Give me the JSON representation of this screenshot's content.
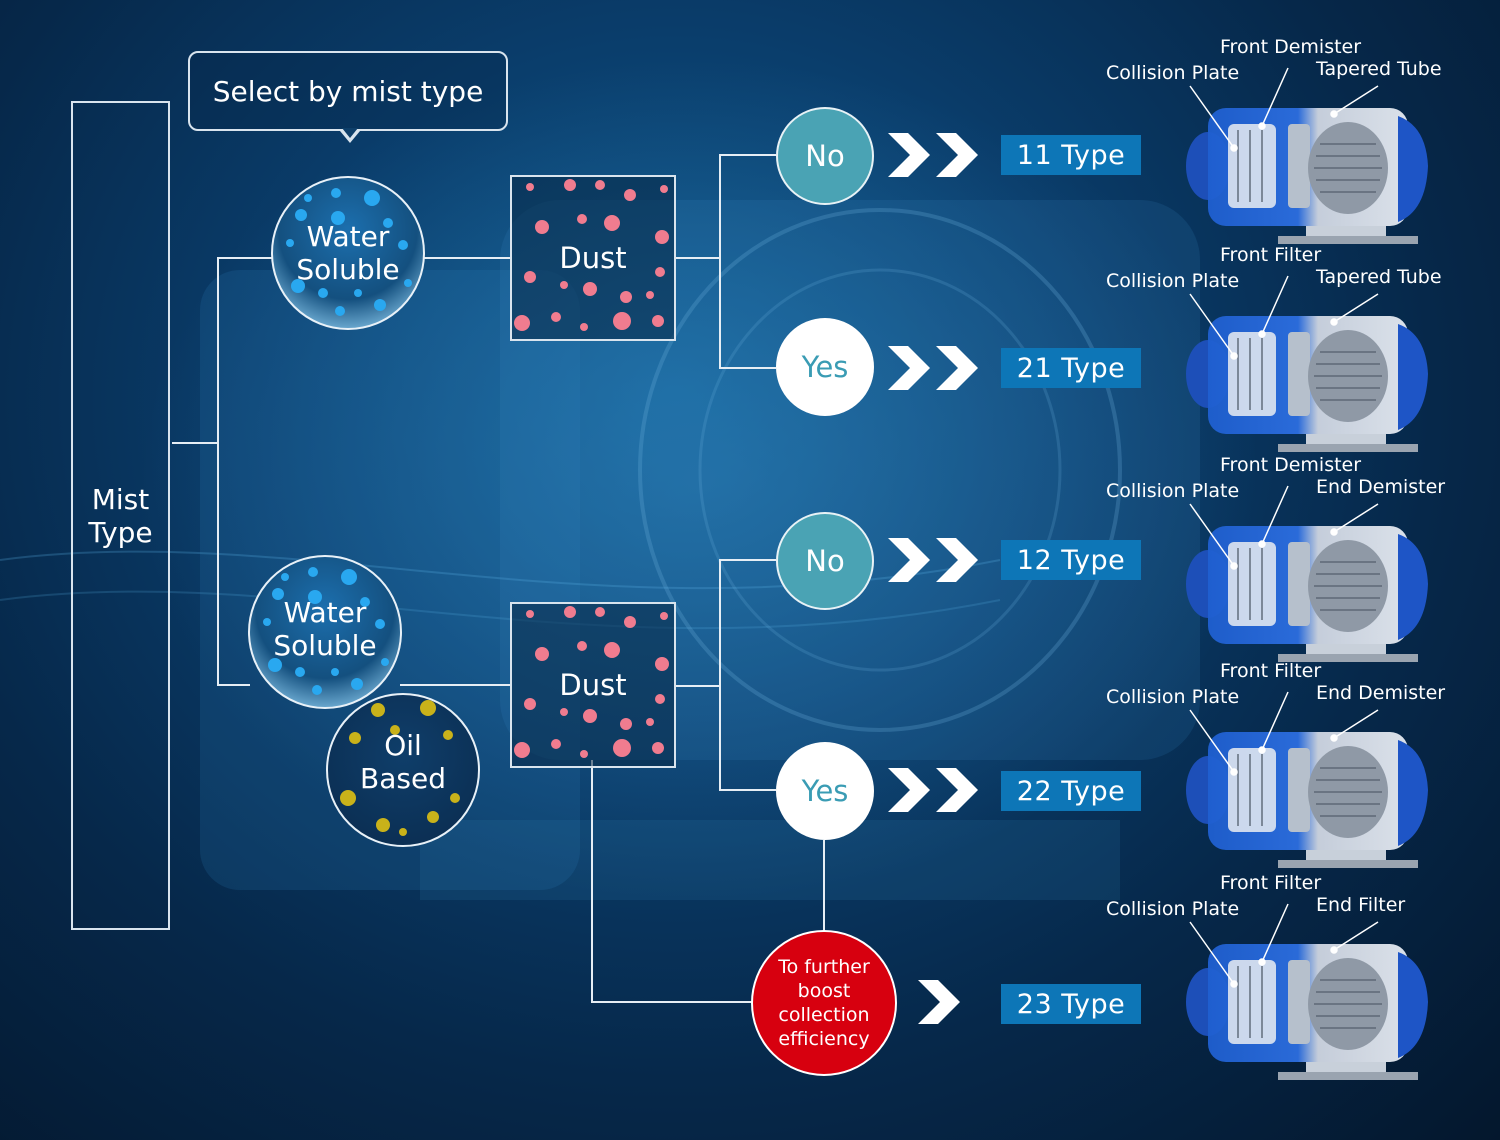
{
  "title_bubble": "Select by mist type",
  "mist_type": {
    "line1": "Mist",
    "line2": "Type"
  },
  "upper_branch": {
    "circle": {
      "line1": "Water",
      "line2": "Soluble"
    },
    "dust": "Dust",
    "no": "No",
    "yes": "Yes"
  },
  "lower_branch": {
    "water_circle": {
      "line1": "Water",
      "line2": "Soluble"
    },
    "oil_circle": {
      "line1": "Oil",
      "line2": "Based"
    },
    "dust": "Dust",
    "no": "No",
    "yes": "Yes",
    "boost": [
      "To further",
      "boost",
      "collection",
      "efficiency"
    ]
  },
  "types": [
    "11 Type",
    "21 Type",
    "12 Type",
    "22 Type",
    "23 Type"
  ],
  "machines": [
    {
      "top": "Front Demister",
      "left": "Collision Plate",
      "right": "Tapered Tube"
    },
    {
      "top": "Front Filter",
      "left": "Collision Plate",
      "right": "Tapered Tube"
    },
    {
      "top": "Front Demister",
      "left": "Collision Plate",
      "right": "End Demister"
    },
    {
      "top": "Front Filter",
      "left": "Collision Plate",
      "right": "End Demister"
    },
    {
      "top": "Front Filter",
      "left": "Collision Plate",
      "right": "End Filter"
    }
  ],
  "colors": {
    "type_box": "#0d76b7",
    "no_circle": "#4aa3b4",
    "boost": "#d7000f",
    "water_dot": "#29a8f0",
    "oil_dot": "#c9b21a",
    "dust_dot": "#f07c8f"
  }
}
